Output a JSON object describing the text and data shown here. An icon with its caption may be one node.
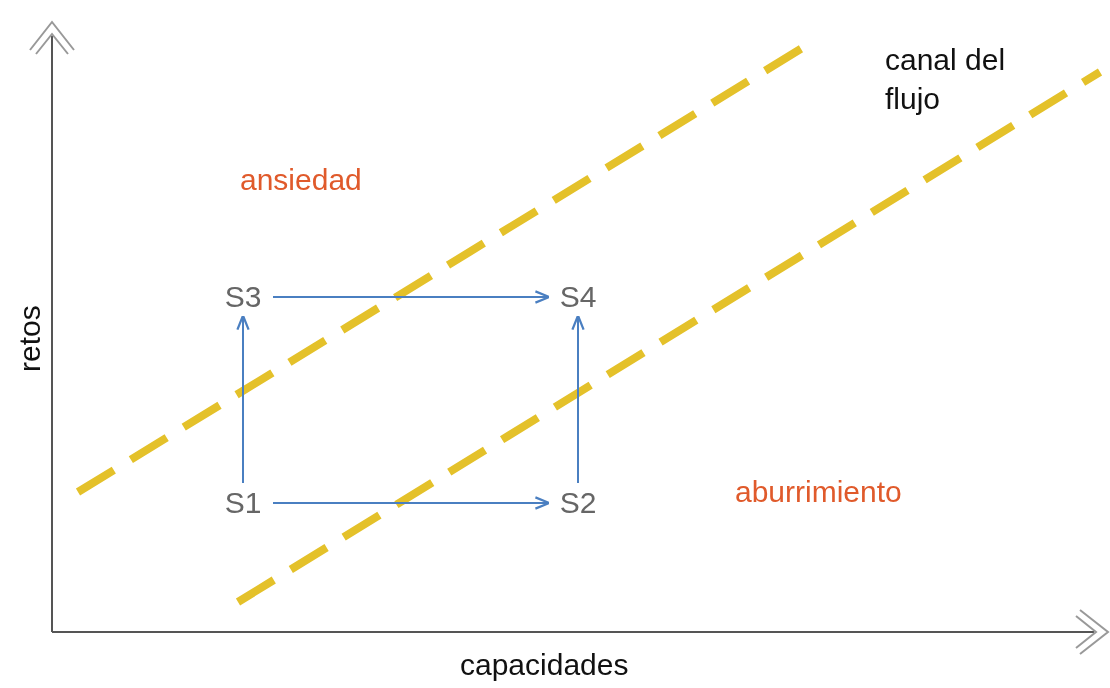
{
  "diagram": {
    "nodes": [
      {
        "text": [
          "S3"
        ]
      },
      {
        "text": [
          "S4"
        ]
      },
      {
        "text": [
          "S1"
        ]
      },
      {
        "text": [
          "S2"
        ]
      }
    ],
    "edges": [
      {
        "from": 0,
        "to": 1,
        "arrow": "to"
      },
      {
        "from": 2,
        "to": 0,
        "arrow": "to"
      },
      {
        "from": 3,
        "to": 1,
        "arrow": "to"
      },
      {
        "from": 2,
        "to": 3,
        "arrow": "to"
      }
    ],
    "labels": [
      "canal del flujo",
      "ansiedad",
      "retos",
      "aburrimiento",
      "capacidades"
    ]
  }
}
